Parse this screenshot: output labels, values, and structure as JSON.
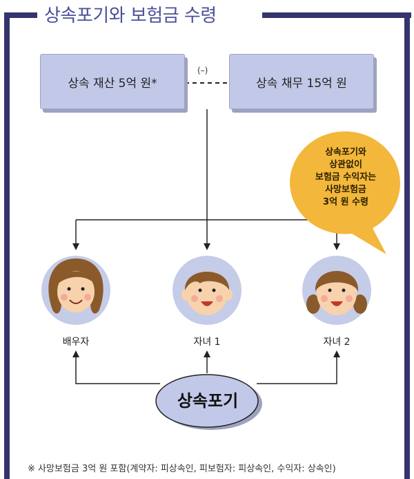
{
  "title": "상속포기와 보험금 수령",
  "inheritance_assets": "상속 재산 5억 원*",
  "minus_sign": "(–)",
  "inheritance_debt": "상속 채무 15억 원",
  "callout": {
    "lines": [
      "상속포기와",
      "상관없이",
      "보험금 수익자는",
      "사망보험금",
      "3억 원 수령"
    ]
  },
  "persons": [
    {
      "label": "배우자"
    },
    {
      "label": "자녀 1"
    },
    {
      "label": "자녀 2"
    }
  ],
  "center_label": "상속포기",
  "footnote": "※ 사망보험금 3억 원 포함(계약자: 피상속인, 피보험자: 피상속인, 수익자: 상속인)",
  "colors": {
    "frame": "#34346e",
    "title": "#4b4f99",
    "box_fill": "#c2c9e8",
    "callout_fill": "#f3b73b",
    "avatar_bg": "#c5cce8",
    "center_fill": "#c2c9e8"
  }
}
